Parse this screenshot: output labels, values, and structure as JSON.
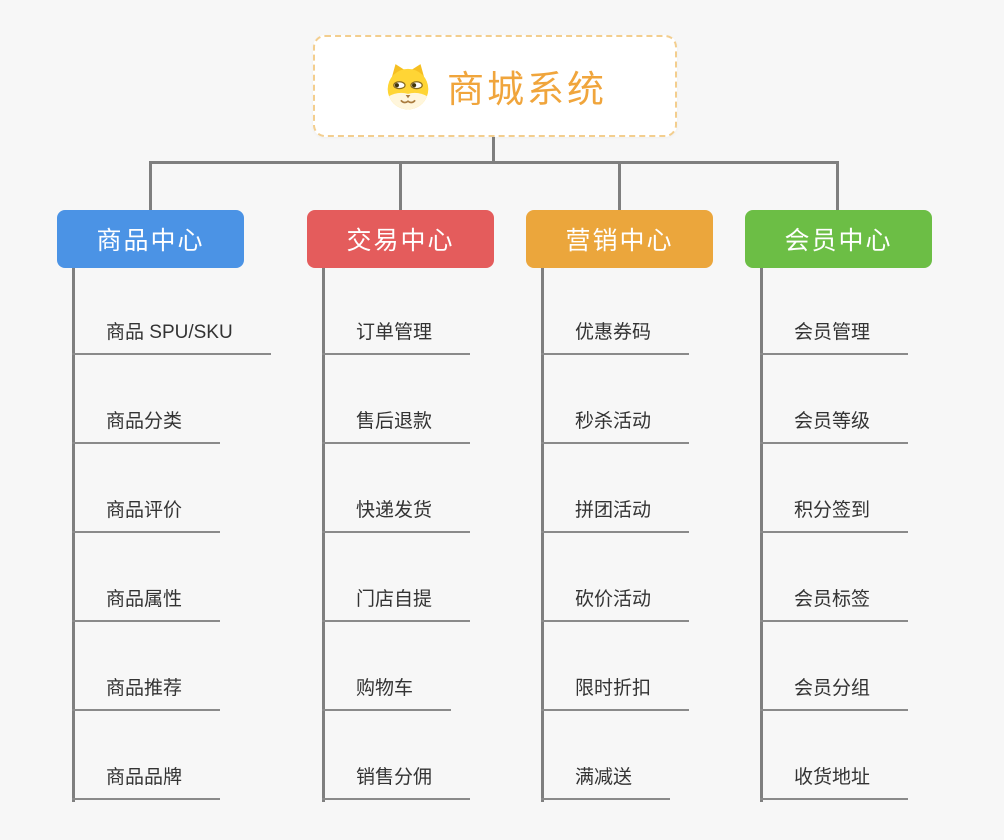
{
  "root": {
    "title": "商城系统",
    "icon": "dog-face-icon"
  },
  "branches": [
    {
      "id": "product-center",
      "label": "商品中心",
      "color": "#4B93E5",
      "items": [
        "商品 SPU/SKU",
        "商品分类",
        "商品评价",
        "商品属性",
        "商品推荐",
        "商品品牌"
      ]
    },
    {
      "id": "trade-center",
      "label": "交易中心",
      "color": "#E45C5C",
      "items": [
        "订单管理",
        "售后退款",
        "快递发货",
        "门店自提",
        "购物车",
        "销售分佣"
      ]
    },
    {
      "id": "marketing-center",
      "label": "营销中心",
      "color": "#EBA63C",
      "items": [
        "优惠券码",
        "秒杀活动",
        "拼团活动",
        "砍价活动",
        "限时折扣",
        "满减送"
      ]
    },
    {
      "id": "member-center",
      "label": "会员中心",
      "color": "#6CBE45",
      "items": [
        "会员管理",
        "会员等级",
        "积分签到",
        "会员标签",
        "会员分组",
        "收货地址"
      ]
    }
  ],
  "colors": {
    "background": "#F7F7F7",
    "connector": "#7F7F7F",
    "underline": "#8A8A8A",
    "root_text": "#F0A53C",
    "root_border": "#F3CE8E",
    "leaf_text": "#333333"
  }
}
